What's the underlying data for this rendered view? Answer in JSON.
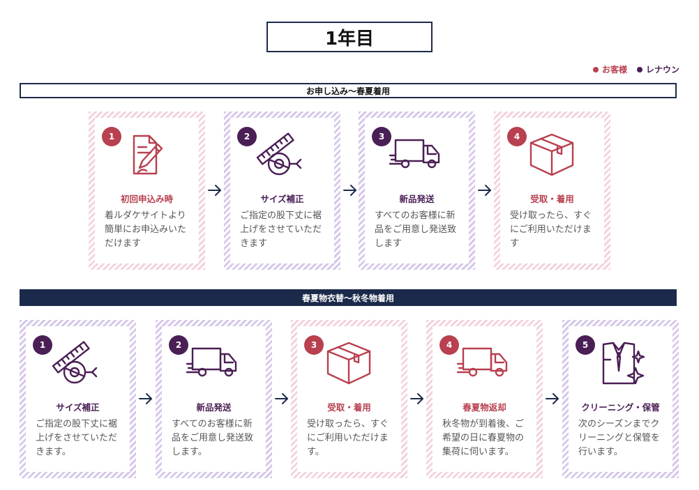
{
  "page_title": "1年目",
  "legend": [
    {
      "label": "お客様",
      "color": "#b8404f"
    },
    {
      "label": "レナウン",
      "color": "#4a1f55"
    }
  ],
  "colors": {
    "customer": "#b8404f",
    "renown": "#4a1f55",
    "navy": "#1b2a4a"
  },
  "sections": [
    {
      "title": "お申し込み〜春夏着用",
      "steps": [
        {
          "number": "1",
          "owner": "customer",
          "icon": "form-pencil-icon",
          "title": "初回申込み時",
          "desc": "着ルダケサイトより簡単にお申込みいただけます"
        },
        {
          "number": "2",
          "owner": "renown",
          "icon": "tape-measure-icon",
          "title": "サイズ補正",
          "desc": "ご指定の股下丈に裾上げをさせていただきます"
        },
        {
          "number": "3",
          "owner": "renown",
          "icon": "delivery-truck-icon",
          "title": "新品発送",
          "desc": "すべてのお客様に新品をご用意し発送致します"
        },
        {
          "number": "4",
          "owner": "customer",
          "icon": "package-box-icon",
          "title": "受取・着用",
          "desc": "受け取ったら、すぐにご利用いただけます"
        }
      ]
    },
    {
      "title": "春夏物衣替〜秋冬物着用",
      "steps": [
        {
          "number": "1",
          "owner": "renown",
          "icon": "tape-measure-icon",
          "title": "サイズ補正",
          "desc": "ご指定の股下丈に裾上げをさせていただきます。"
        },
        {
          "number": "2",
          "owner": "renown",
          "icon": "delivery-truck-icon",
          "title": "新品発送",
          "desc": "すべてのお客様に新品をご用意し発送致します。"
        },
        {
          "number": "3",
          "owner": "customer",
          "icon": "package-box-icon",
          "title": "受取・着用",
          "desc": "受け取ったら、すぐにご利用いただけます。"
        },
        {
          "number": "4",
          "owner": "customer",
          "icon": "delivery-truck-icon",
          "title": "春夏物返却",
          "desc": "秋冬物が到着後、ご希望の日に春夏物の集荷に伺います。"
        },
        {
          "number": "5",
          "owner": "renown",
          "icon": "shirt-sparkle-icon",
          "title": "クリーニング・保管",
          "desc": "次のシーズンまでクリーニングと保管を行います。"
        }
      ]
    }
  ]
}
